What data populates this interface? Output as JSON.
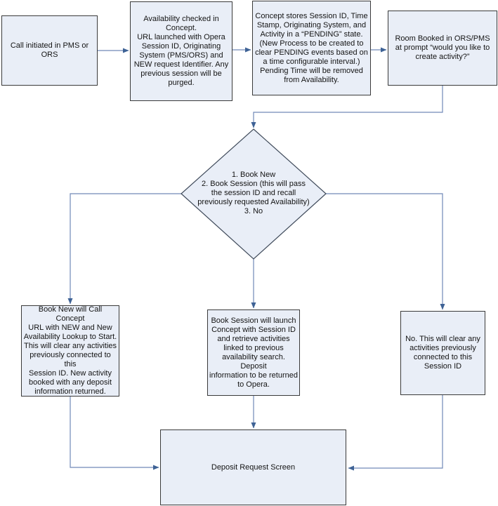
{
  "diagram": {
    "type": "flowchart",
    "colors": {
      "node_fill": "#e9eef7",
      "node_border": "#3a3a3a",
      "diamond_border": "#3f4a5a",
      "connector_line": "#7089b8",
      "arrowhead": "#3e6295",
      "text": "#141414",
      "background": "#ffffff"
    },
    "nodes": {
      "call_initiated": {
        "label": "Call initiated in PMS or\nORS"
      },
      "availability_checked": {
        "label": "Availability checked in\nConcept.\nURL launched with Opera\nSession ID, Originating\nSystem (PMS/ORS) and\nNEW request Identifier. Any\nprevious session will be\npurged."
      },
      "concept_stores": {
        "label": "Concept stores Session ID, Time\nStamp, Originating System, and\nActivity in a “PENDING” state.\n(New Process to be created to\nclear PENDING events based on\na time configurable interval.)\nPending Time will be removed\nfrom Availability."
      },
      "room_booked": {
        "label": "Room Booked in ORS/PMS\nat prompt “would you like to\ncreate activity?”"
      },
      "decision": {
        "label": "1. Book New\n2. Book Session (this will pass\nthe session ID and recall\npreviously requested Availability)\n3. No"
      },
      "book_new": {
        "label": "Book New will Call Concept\nURL with NEW and New\nAvailability Lookup to Start.\nThis will clear any activities\npreviously connected to this\nSession ID. New activity\nbooked with any deposit\ninformation returned."
      },
      "book_session": {
        "label": "Book Session will launch\nConcept with Session ID\nand retrieve activities\nlinked to previous\navailability search. Deposit\ninformation to be returned\nto Opera."
      },
      "no_clear": {
        "label": "No. This will clear any\nactivities previously\nconnected to this\nSession ID"
      },
      "deposit_request": {
        "label": "Deposit Request Screen"
      }
    }
  }
}
